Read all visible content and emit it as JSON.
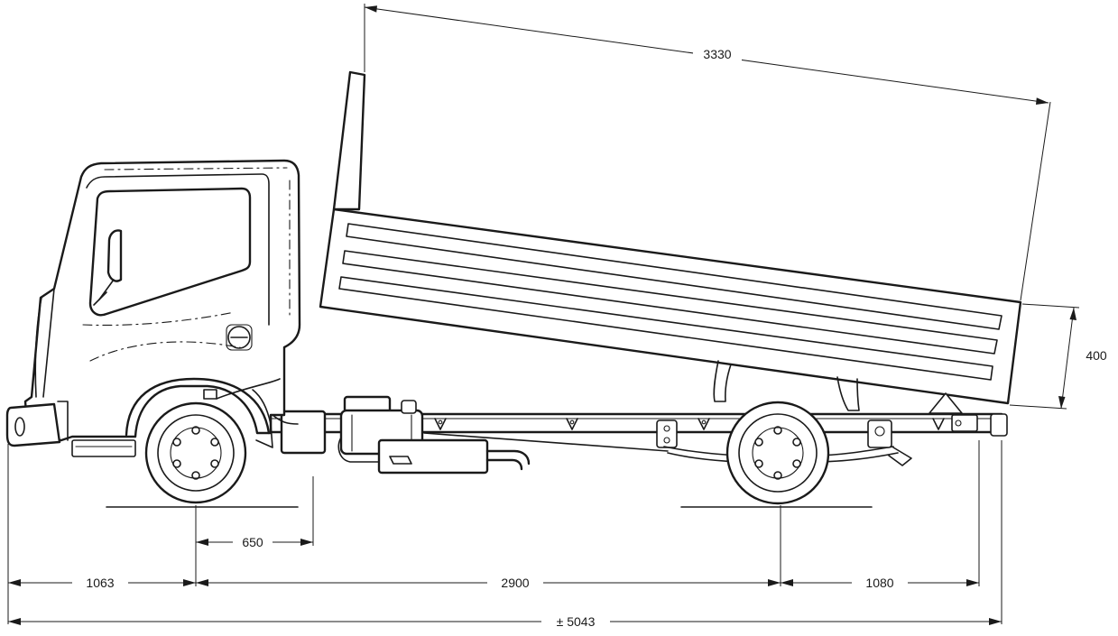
{
  "dimensions": {
    "overall_length": "± 5043",
    "front_overhang": "1063",
    "wheelbase": "2900",
    "rear_overhang": "1080",
    "cab_to_axle": "650",
    "body_length": "3330",
    "side_height": "400"
  }
}
